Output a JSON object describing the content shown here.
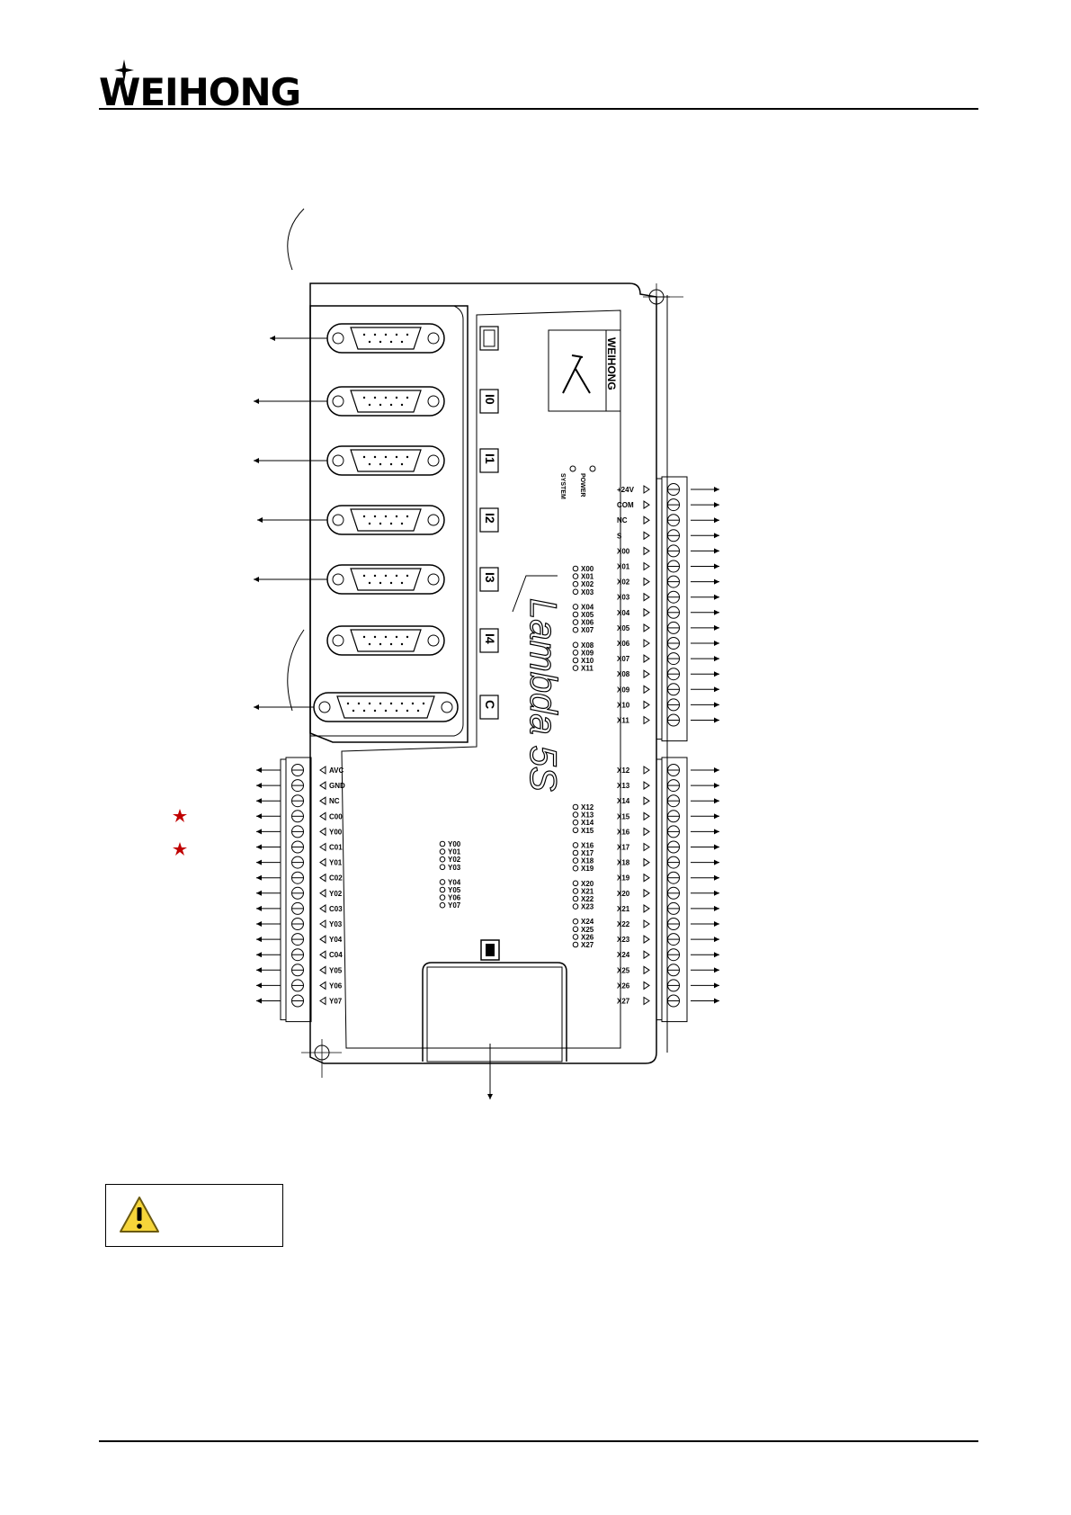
{
  "header": {
    "brand": "WEIHONG"
  },
  "device": {
    "model_text": "Lambda 5S",
    "logo_text": "WEIHONG",
    "status_leds": [
      "POWER",
      "SYSTEM"
    ],
    "port_icons": [
      "power-icon",
      "io-port-0-icon",
      "io-port-1-icon",
      "io-port-2-icon",
      "io-port-3-icon",
      "io-port-4-icon",
      "c-port-icon",
      "usb-icon"
    ],
    "port_labels": [
      "I0",
      "I1",
      "I2",
      "I3",
      "I4",
      "C"
    ],
    "left_terminal_labels": [
      "AVC",
      "GND",
      "NC",
      "C00",
      "Y00",
      "C01",
      "Y01",
      "C02",
      "Y02",
      "C03",
      "Y03",
      "Y04",
      "C04",
      "Y05",
      "Y06",
      "Y07"
    ],
    "right_terminal_top_labels": [
      "+24V",
      "COM",
      "NC",
      "S",
      "X00",
      "X01",
      "X02",
      "X03",
      "X04",
      "X05",
      "X06",
      "X07",
      "X08",
      "X09",
      "X10",
      "X11"
    ],
    "right_terminal_bottom_labels": [
      "X12",
      "X13",
      "X14",
      "X15",
      "X16",
      "X17",
      "X18",
      "X19",
      "X20",
      "X21",
      "X22",
      "X23",
      "X24",
      "X25",
      "X26",
      "X27"
    ],
    "output_leds": [
      "Y00",
      "Y01",
      "Y02",
      "Y03",
      "Y04",
      "Y05",
      "Y06",
      "Y07"
    ],
    "input_leds_upper": [
      "X00",
      "X01",
      "X02",
      "X03",
      "X04",
      "X05",
      "X06",
      "X07",
      "X08",
      "X09",
      "X10",
      "X11"
    ],
    "input_leds_lower": [
      "X12",
      "X13",
      "X14",
      "X15",
      "X16",
      "X17",
      "X18",
      "X19",
      "X20",
      "X21",
      "X22",
      "X23",
      "X24",
      "X25",
      "X26",
      "X27"
    ],
    "accent_color": "#c00000"
  },
  "notice": {
    "icon": "warning-icon"
  }
}
